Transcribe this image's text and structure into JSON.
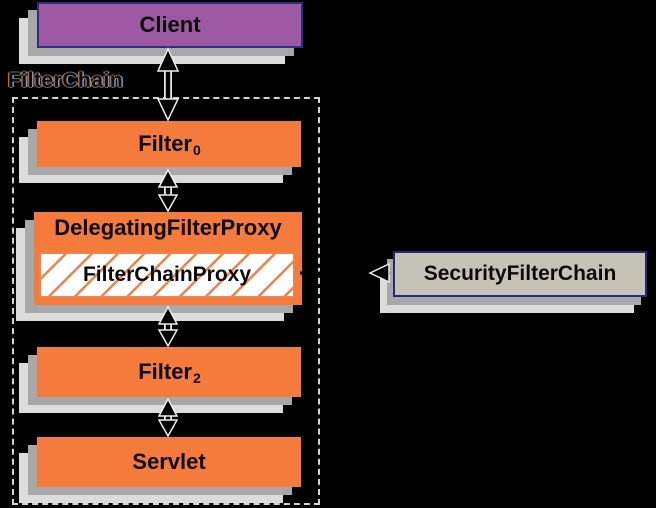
{
  "colors": {
    "background": "#000000",
    "client_fill": "#9E59A3",
    "navy_border": "#2E2E7E",
    "orange_fill": "#F47B3B",
    "hatch_line": "#F0824C",
    "security_filter_chain_fill": "#C7C2B6",
    "shadow_mid": "#A8A8A8",
    "shadow_light": "#DCDCDC",
    "dashed_border": "#D4D4D4"
  },
  "diagram": {
    "client": {
      "label": "Client"
    },
    "filter_chain_group": {
      "label": "FilterChain"
    },
    "filter0": {
      "label": "Filter",
      "subscript": "0"
    },
    "delegating_filter_proxy": {
      "label": "DelegatingFilterProxy"
    },
    "filter_chain_proxy": {
      "label": "FilterChainProxy"
    },
    "filter2": {
      "label": "Filter",
      "subscript": "2"
    },
    "servlet": {
      "label": "Servlet"
    },
    "security_filter_chain": {
      "label": "SecurityFilterChain"
    }
  }
}
